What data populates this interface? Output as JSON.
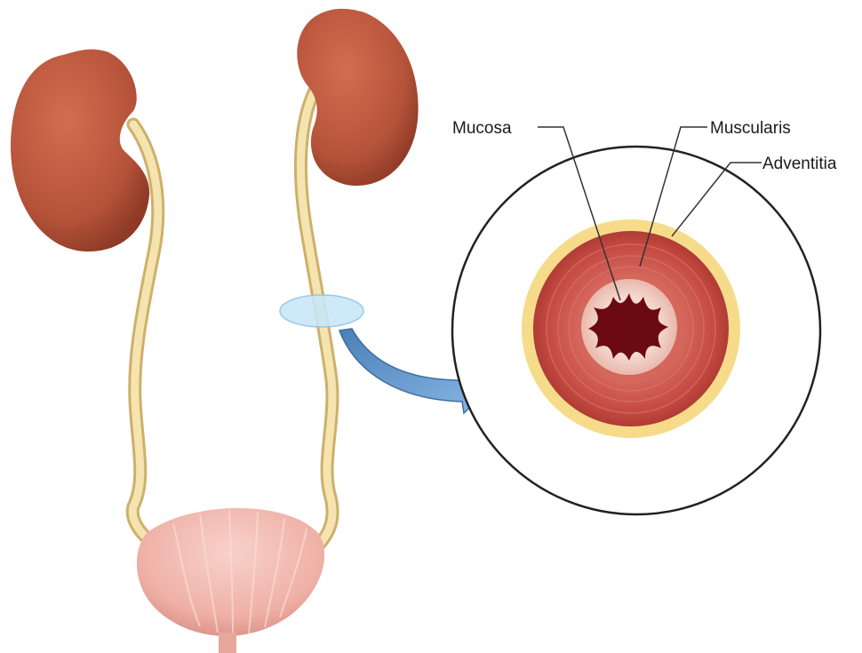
{
  "labels": {
    "mucosa": "Mucosa",
    "muscularis": "Muscularis",
    "adventitia": "Adventitia"
  },
  "colors": {
    "kidney": "#b5533a",
    "ureter": "#f2e0a8",
    "bladder": "#efb6ae",
    "muscularis": "#c44a42",
    "adventitia": "#f6dc8a",
    "mucosa": "#f3cfc4",
    "lumen": "#6b0a10",
    "section_plane": "#bfe3f7",
    "arrow": "#6a9ed3"
  }
}
